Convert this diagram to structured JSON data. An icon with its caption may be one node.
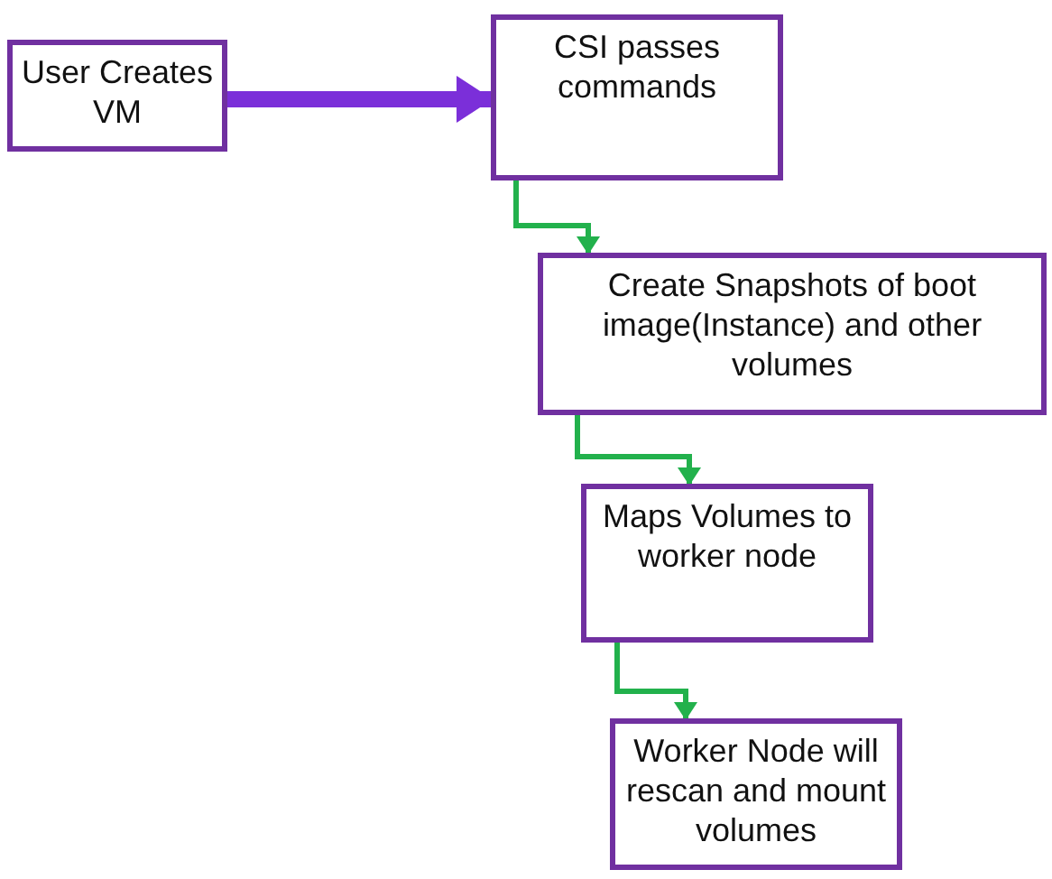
{
  "diagram": {
    "nodes": [
      {
        "text": [
          "User Creates VM"
        ]
      },
      {
        "text": [
          "CSI passes commands"
        ]
      },
      {
        "text": [
          "Create Snapshots of boot image(Instance) and other volumes"
        ]
      },
      {
        "text": [
          "Maps Volumes to worker node"
        ]
      },
      {
        "text": [
          "Worker Node will rescan and mount volumes"
        ]
      }
    ],
    "edges": [
      {
        "from": 0,
        "to": 1,
        "arrow": "to",
        "style": "thick",
        "color": "#7b2fd9"
      },
      {
        "from": 1,
        "to": 2,
        "arrow": "to"
      },
      {
        "from": 2,
        "to": 3,
        "arrow": "to"
      },
      {
        "from": 3,
        "to": 4,
        "arrow": "to"
      }
    ]
  }
}
